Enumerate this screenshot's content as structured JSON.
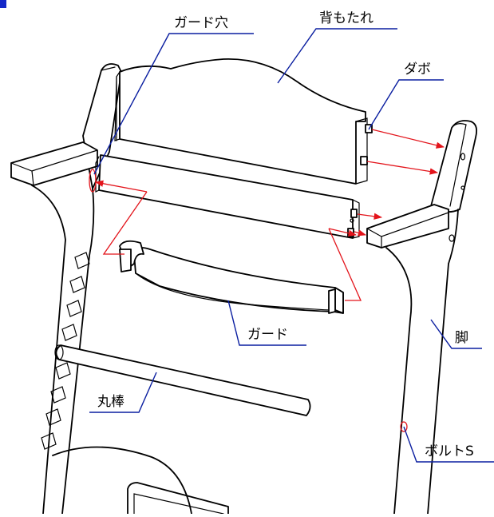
{
  "labels": {
    "guard_hole": "ガード穴",
    "backrest": "背もたれ",
    "dowel": "ダボ",
    "guard": "ガード",
    "leg": "脚",
    "round_bar": "丸棒",
    "bolt_s": "ボルトS"
  },
  "colors": {
    "leader": "#0a1ea0",
    "arrow": "#e3141b",
    "corner_mark": "#1428c8",
    "outline": "#000000"
  }
}
